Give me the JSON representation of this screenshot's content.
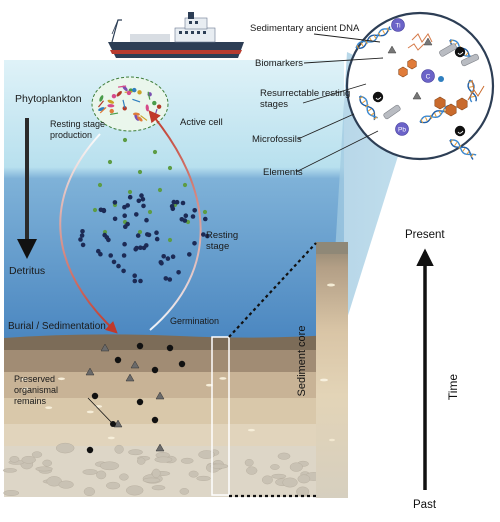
{
  "labels": {
    "phytoplankton": "Phytoplankton",
    "resting_stage_production": "Resting stage production",
    "active_cell": "Active cell",
    "resting_stage": "Resting stage",
    "detritus": "Detritus",
    "burial": "Burial / Sedimentation",
    "germination": "Germination",
    "preserved": "Preserved organismal remains",
    "sediment_core": "Sediment core",
    "present": "Present",
    "time": "Time",
    "past": "Past"
  },
  "inset": {
    "sedaDNA": "Sedimentary ancient DNA",
    "biomarkers": "Biomarkers",
    "resurrectable": "Resurrectable resting stages",
    "microfossils": "Microfossils",
    "elements": "Elements",
    "element_symbols": [
      "Ti",
      "C",
      "Pb"
    ]
  },
  "colors": {
    "water_top": "#e3f4fa",
    "water_bottom": "#4a8cc4",
    "sediment_dark": "#6b5c4a",
    "sediment_light": "#e0d2b8",
    "active_cell": "#5d9c45",
    "resting_cell": "#1c2a55",
    "arrow_red": "#c0392b",
    "element_purple": "#6b63c8"
  }
}
